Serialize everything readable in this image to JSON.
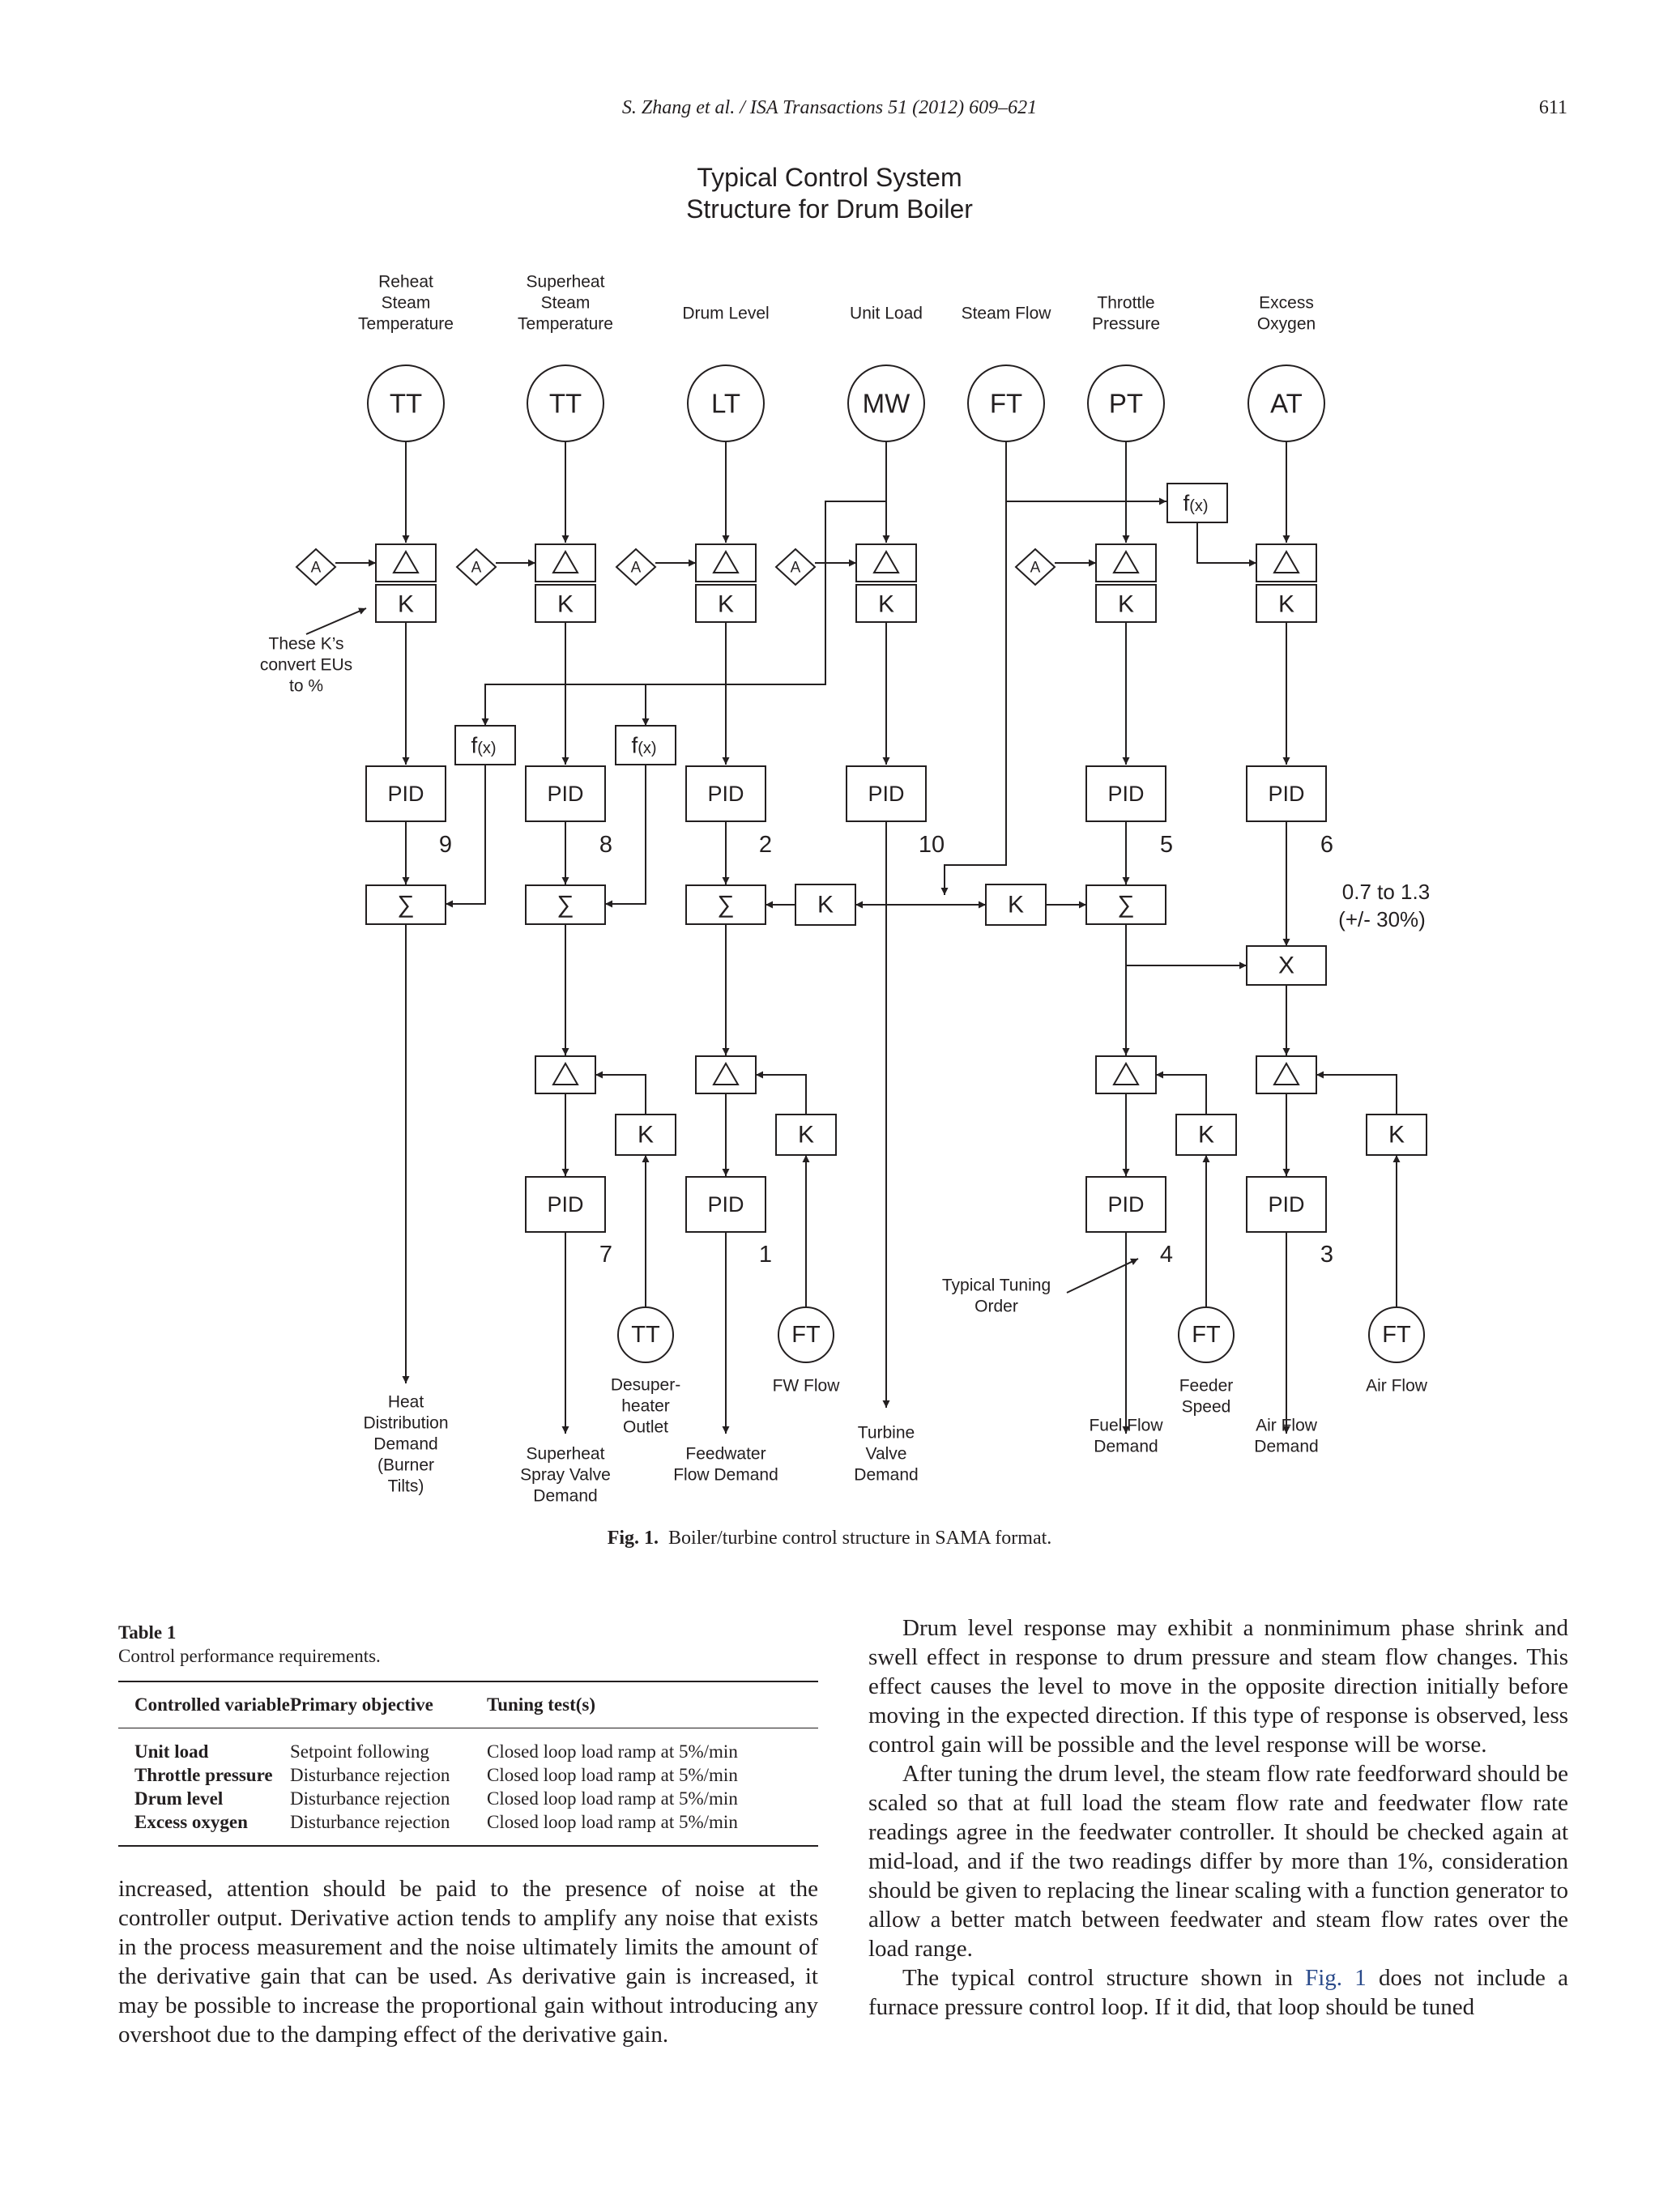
{
  "header": {
    "running_head": "S. Zhang et al. / ISA Transactions 51 (2012) 609–621",
    "page_number": "611"
  },
  "figure": {
    "title_line1": "Typical Control System",
    "title_line2": "Structure for Drum Boiler",
    "columns": [
      {
        "label": [
          "Reheat",
          "Steam",
          "Temperature"
        ],
        "tag": "TT"
      },
      {
        "label": [
          "Superheat",
          "Steam",
          "Temperature"
        ],
        "tag": "TT"
      },
      {
        "label": [
          "Drum Level"
        ],
        "tag": "LT"
      },
      {
        "label": [
          "Unit Load"
        ],
        "tag": "MW"
      },
      {
        "label": [
          "Steam Flow"
        ],
        "tag": "FT"
      },
      {
        "label": [
          "Throttle",
          "Pressure"
        ],
        "tag": "PT"
      },
      {
        "label": [
          "Excess",
          "Oxygen"
        ],
        "tag": "AT"
      }
    ],
    "symbols": {
      "auto": "A",
      "delta": "△",
      "gain": "K",
      "pid": "PID",
      "sum": "∑",
      "fx": "f",
      "fx_sub": "(x)",
      "multiply": "X"
    },
    "annotation_k": [
      "These K’s",
      "convert EUs",
      "to %"
    ],
    "tuning_order_numbers": [
      "9",
      "8",
      "2",
      "10",
      "5",
      "6",
      "7",
      "1",
      "4",
      "3"
    ],
    "ratio_note": [
      "0.7 to 1.3",
      "(+/- 30%)"
    ],
    "typical_tuning": [
      "Typical Tuning",
      "Order"
    ],
    "bottom_transmitters": [
      {
        "tag": "TT",
        "label": [
          "Desuper-",
          "heater",
          "Outlet"
        ]
      },
      {
        "tag": "FT",
        "label": [
          "FW Flow"
        ]
      },
      {
        "tag": "FT",
        "label": [
          "Feeder",
          "Speed"
        ]
      },
      {
        "tag": "FT",
        "label": [
          "Air Flow"
        ]
      }
    ],
    "outputs": [
      [
        "Heat",
        "Distribution",
        "Demand",
        "(Burner",
        "Tilts)"
      ],
      [
        "Superheat",
        "Spray Valve",
        "Demand"
      ],
      [
        "Feedwater",
        "Flow Demand"
      ],
      [
        "Turbine",
        "Valve",
        "Demand"
      ],
      [
        "Fuel Flow",
        "Demand"
      ],
      [
        "Air Flow",
        "Demand"
      ]
    ],
    "caption_label": "Fig. 1.",
    "caption_text": "Boiler/turbine control structure in SAMA format."
  },
  "table": {
    "label": "Table 1",
    "caption": "Control performance requirements.",
    "headers": [
      "Controlled variable",
      "Primary objective",
      "Tuning test(s)"
    ],
    "rows": [
      [
        "Unit load",
        "Setpoint following",
        "Closed loop load ramp at 5%/min"
      ],
      [
        "Throttle pressure",
        "Disturbance rejection",
        "Closed loop load ramp at 5%/min"
      ],
      [
        "Drum level",
        "Disturbance rejection",
        "Closed loop load ramp at 5%/min"
      ],
      [
        "Excess oxygen",
        "Disturbance rejection",
        "Closed loop load ramp at 5%/min"
      ]
    ]
  },
  "body": {
    "left_paragraph": "increased, attention should be paid to the presence of noise at the controller output. Derivative action tends to amplify any noise that exists in the process measurement and the noise ultimately limits the amount of the derivative gain that can be used. As derivative gain is increased, it may be possible to increase the proportional gain without introducing any overshoot due to the damping effect of the derivative gain.",
    "right_p1": "Drum level response may exhibit a nonminimum phase shrink and swell effect in response to drum pressure and steam flow changes. This effect causes the level to move in the opposite direction initially before moving in the expected direction. If this type of response is observed, less control gain will be possible and the level response will be worse.",
    "right_p2": "After tuning the drum level, the steam flow rate feedforward should be scaled so that at full load the steam flow rate and feedwater flow rate readings agree in the feedwater controller. It should be checked again at mid-load, and if the two readings differ by more than 1%, consideration should be given to replacing the linear scaling with a function generator to allow a better match between feedwater and steam flow rates over the load range.",
    "right_p3_pre": "The typical control structure shown in ",
    "right_p3_ref": "Fig. 1",
    "right_p3_post": " does not include a furnace pressure control loop. If it did, that loop should be tuned"
  }
}
